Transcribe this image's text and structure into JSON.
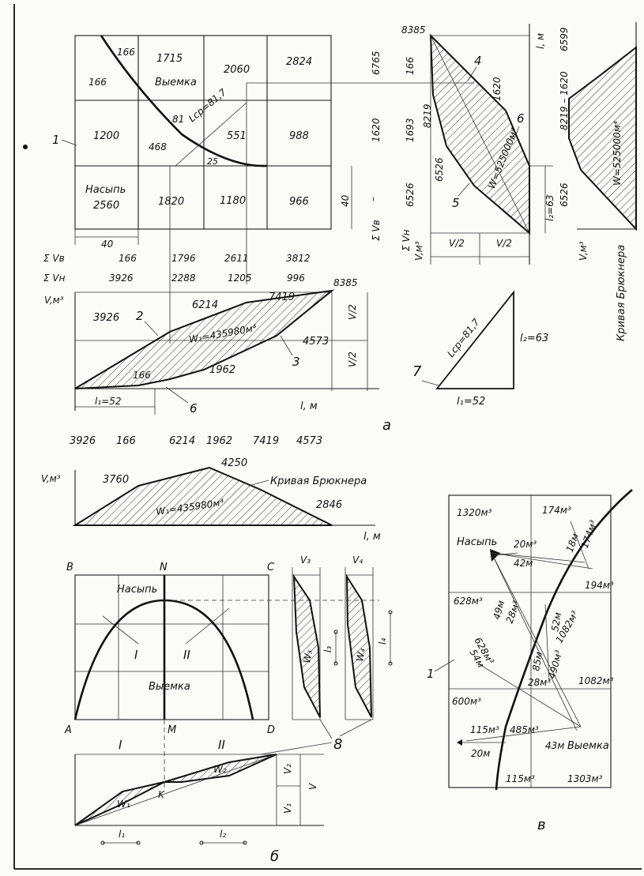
{
  "panel_a": {
    "grid": {
      "r1": [
        "166",
        "166",
        "1715",
        "Выемка",
        "2060",
        "2824"
      ],
      "r2": [
        "1200",
        "81",
        "468",
        "551",
        "988"
      ],
      "r3": [
        "Насыпь",
        "2560",
        "1820",
        "1180",
        "966"
      ],
      "lcp": "Lср=81,7",
      "n25": "25",
      "dim40h": "40",
      "dim40v": "40",
      "right_col": [
        "6765",
        "1620",
        "–"
      ],
      "sum_vb_label": "Σ Vв",
      "label1": "1"
    },
    "sums": {
      "vb_label": "Σ Vв",
      "vb": [
        "166",
        "1796",
        "2611",
        "3812"
      ],
      "vh_label": "Σ Vн",
      "vh": [
        "3926",
        "2288",
        "1205",
        "996"
      ]
    },
    "lower": {
      "ylabel": "V,м³",
      "xlabel": "l, м",
      "top": "8385",
      "v3926": "3926",
      "v6214": "6214",
      "v7419": "7419",
      "v4573": "4573",
      "v166": "166",
      "v1962": "1962",
      "w1": "W₁=435980м⁴",
      "l1": "l₁=52",
      "vhalf": "V/2",
      "n2": "2",
      "n3": "3",
      "n6": "6"
    },
    "right": {
      "top": "8385",
      "lm": "l, м",
      "col": [
        "166",
        "1693",
        "8219",
        "6526"
      ],
      "v1620": "1620",
      "w": "W=525000м⁴",
      "l2": "l₂=63",
      "n4": "4",
      "n5": "5",
      "n6": "6",
      "vlabel": "Σ Vн",
      "vlabel2": "V,м³",
      "vhalf": "V/2"
    },
    "far_right": {
      "top": "8219 – 1620",
      "v6599": "6599",
      "v6526": "6526",
      "w": "W=525000м⁴",
      "caption": "Кривая Брюкнера",
      "vlabel": "V,м³"
    },
    "triangle": {
      "lcp": "Lср=81,7",
      "l2": "l₂=63",
      "l1": "l₁=52",
      "n7": "7"
    },
    "letter": "а"
  },
  "panel_b": {
    "toprow": [
      "3926",
      "166",
      "6214",
      "1962",
      "7419",
      "4573"
    ],
    "ylabel": "V,м³",
    "xlabel": "l, м",
    "v3760": "3760",
    "v4250": "4250",
    "v2846": "2846",
    "caption": "Кривая Брюкнера",
    "w1": "W₁=435980м⁴",
    "corners": [
      "B",
      "N",
      "C",
      "A",
      "M",
      "D"
    ],
    "nasyp": "Насыпь",
    "vyemka": "Выемка",
    "zone1": "I",
    "zone2": "II",
    "v3": "V₃",
    "v4": "V₄",
    "w3": "W₃",
    "w4": "W₄",
    "l3": "l₃",
    "l4": "l₄",
    "n8": "8",
    "bottom": {
      "z1": "I",
      "z2": "II",
      "w1": "W₁",
      "w2": "W₂",
      "k": "K",
      "v2": "V₂",
      "v1": "V₁",
      "v": "V",
      "l1": "l₁",
      "l2": "l₂"
    },
    "letter": "б"
  },
  "panel_c": {
    "cells": [
      "1320м³",
      "174м³",
      "628м³",
      "1082м³",
      "600м³",
      "115м³",
      "1303м³"
    ],
    "nasyp": "Насыпь",
    "vyemka": "Выемка",
    "labels": [
      "20м³",
      "42м",
      "18м",
      "174м³",
      "194м³",
      "49м",
      "28м³",
      "1082м³",
      "52м",
      "628м³",
      "54м",
      "85м",
      "490м³",
      "28м³",
      "115м³",
      "485м³",
      "20м",
      "43м"
    ],
    "n1": "1",
    "letter": "в"
  }
}
